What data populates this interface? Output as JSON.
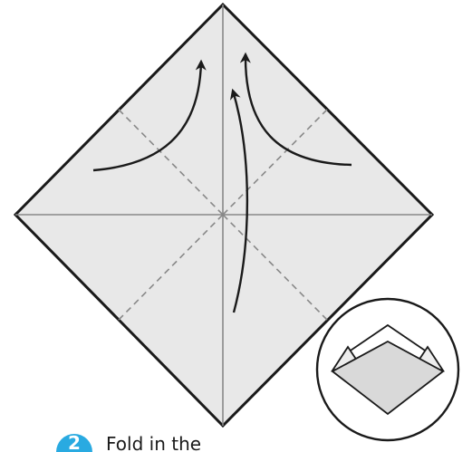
{
  "diagram": {
    "step_number": "2",
    "instruction": "Fold in the",
    "colors": {
      "paper_fill": "#e8e8e8",
      "paper_outline": "#1a1a1a",
      "crease_line": "#888888",
      "arrow": "#1a1a1a",
      "badge": "#29aae1",
      "badge_text": "#ffffff",
      "instruction_text": "#1a1a1a",
      "inset_paper_fill": "#d9d9d9",
      "inset_flap_fill": "#ededed"
    },
    "icons": {
      "fold_arrows": "curved-fold-arrow",
      "inset_preview": "folded-result-preview"
    }
  }
}
